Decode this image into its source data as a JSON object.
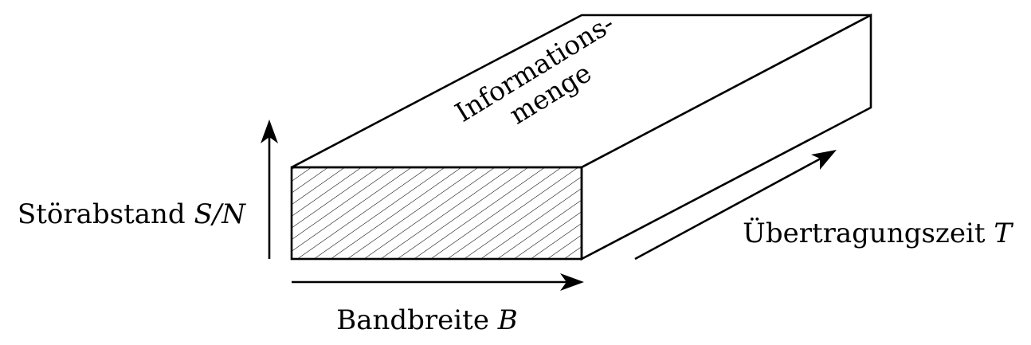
{
  "labels": {
    "top_line1": "Informations-",
    "top_line2": "menge",
    "left_text": "Störabstand ",
    "left_var": "S/N",
    "bottom_text": "Bandbreite ",
    "bottom_var": "B",
    "right_text": "Übertragungszeit ",
    "right_var": "T"
  },
  "colors": {
    "stroke": "#000000",
    "background": "#ffffff"
  }
}
